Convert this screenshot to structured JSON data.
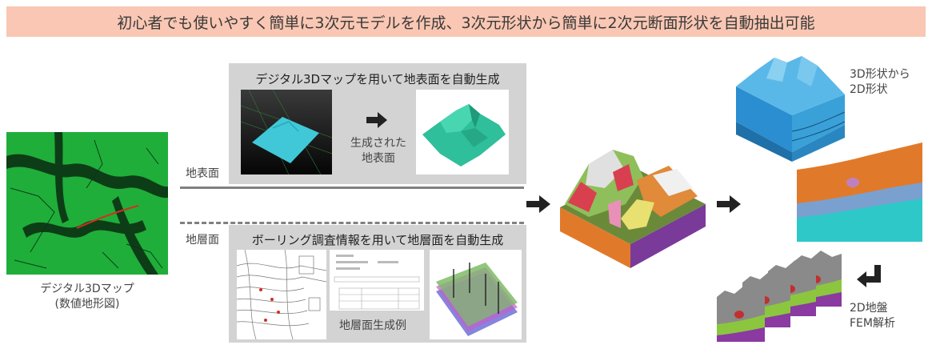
{
  "banner": {
    "text": "初心者でも使いやすく簡単に3次元モデルを作成、3次元形状から簡単に2次元断面形状を自動抽出可能"
  },
  "top_panel": {
    "title": "デジタル3Dマップを用いて地表面を自動生成",
    "arrow_caption_1": "生成された",
    "arrow_caption_2": "地表面"
  },
  "bottom_panel": {
    "title": "ボーリング調査情報を用いて地層面を自動生成",
    "example_caption": "地層面生成例"
  },
  "left": {
    "label_top": "地表面",
    "label_bottom": "地層面",
    "caption_1": "デジタル3Dマップ",
    "caption_2": "(数値地形図)"
  },
  "right": {
    "caption_3d2d_1": "3D形状から",
    "caption_3d2d_2": "2D形状",
    "caption_fem_1": "2D地盤",
    "caption_fem_2": "FEM解析"
  },
  "colors": {
    "banner": "#f9c7b3",
    "panel": "#d3d3d3",
    "arrow": "#222222",
    "map_green": "#1fae3a",
    "terrain_teal": "#2fbf9a",
    "block_blue": "#3aa0d8",
    "section_orange": "#e07a2a",
    "section_green": "#8cc63f",
    "section_purple": "#8a3aa0"
  }
}
